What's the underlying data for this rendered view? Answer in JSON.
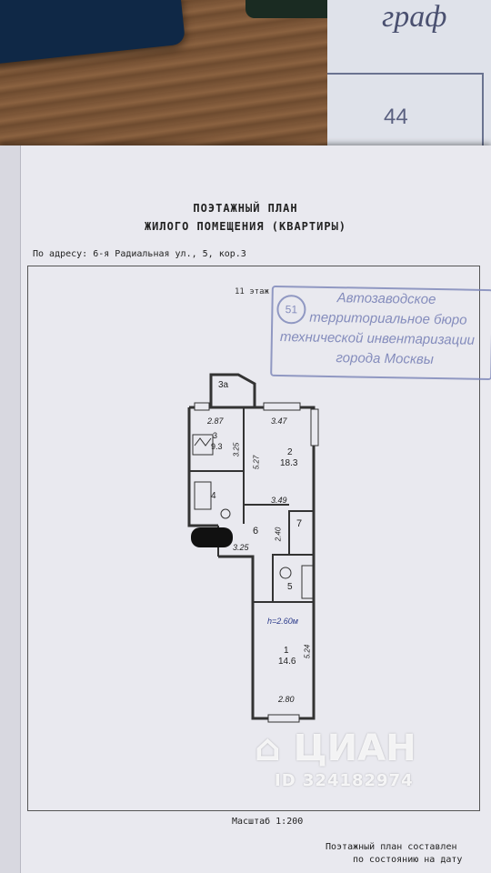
{
  "background": {
    "sheet_number": "44",
    "sheet_handwriting": "граф"
  },
  "document": {
    "title_line1": "ПОЭТАЖНЫЙ ПЛАН",
    "title_line2": "ЖИЛОГО ПОМЕЩЕНИЯ (КВАРТИРЫ)",
    "address": "По адресу: 6-я Радиальная ул., 5, кор.3",
    "floor": "11 этаж",
    "scale": "Масштаб 1:200",
    "note_line1": "Поэтажный план составлен",
    "note_line2": "по состоянию на дату",
    "note_line3": "",
    "stamp": {
      "number": "51",
      "line1": "Автозаводское",
      "line2": "территориальное бюро",
      "line3": "технической инвентаризации",
      "line4": "города Москвы"
    }
  },
  "plan": {
    "ceiling_height": "h=2.60м",
    "rooms": [
      {
        "number": "3а",
        "area": ""
      },
      {
        "number": "3",
        "area": "9.3"
      },
      {
        "number": "2",
        "area": "18.3"
      },
      {
        "number": "4",
        "area": ""
      },
      {
        "number": "6",
        "area": ""
      },
      {
        "number": "7",
        "area": ""
      },
      {
        "number": "5",
        "area": ""
      },
      {
        "number": "1",
        "area": "14.6"
      }
    ],
    "dimensions": {
      "d_287": "2.87",
      "d_347": "3.47",
      "d_325v": "3.25",
      "d_527": "5.27",
      "d_349": "3.49",
      "d_240": "2.40",
      "d_325h": "3.25",
      "d_524": "5.24",
      "d_280": "2.80"
    }
  },
  "watermark": {
    "brand": "ЦИАН",
    "id": "ID 324182974"
  },
  "colors": {
    "paper": "#e9e9ef",
    "stamp": "#6c76b0",
    "ink": "#222222"
  }
}
